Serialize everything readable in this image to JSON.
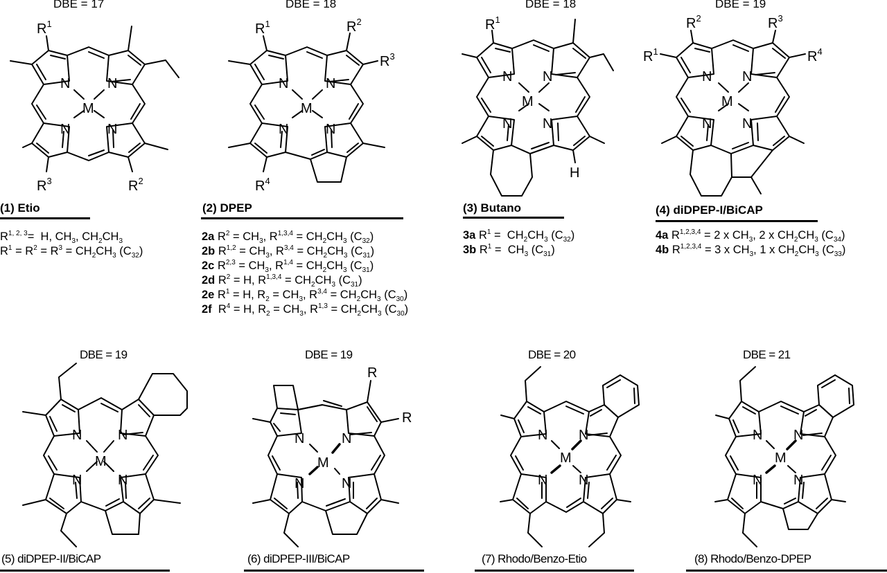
{
  "figure": {
    "description": "Porphyrin structure classes with double bond equivalents (DBE)",
    "panels": [
      {
        "id": "1",
        "dbe_label": "DBE = 17",
        "title": "(1) Etio",
        "substituent_labels": [
          "R1",
          "R2",
          "R3"
        ],
        "center_atom": "M",
        "descriptions": [
          {
            "prefix": "",
            "text": "R1,2,3= H, CH3, CH2CH3"
          },
          {
            "prefix": "",
            "text": "R1 = R2 = R3 = CH2CH3 (C32)"
          }
        ]
      },
      {
        "id": "2",
        "dbe_label": "DBE = 18",
        "title": "(2) DPEP",
        "substituent_labels": [
          "R1",
          "R2",
          "R3",
          "R4"
        ],
        "center_atom": "M",
        "descriptions": [
          {
            "prefix": "2a",
            "text": "R2 = CH3, R1,3,4 = CH2CH3 (C32)"
          },
          {
            "prefix": "2b",
            "text": "R1,2 = CH3, R3,4 = CH2CH3 (C31)"
          },
          {
            "prefix": "2c",
            "text": "R2,3 = CH3, R1,4 = CH2CH3 (C31)"
          },
          {
            "prefix": "2d",
            "text": "R2 = H, R1,3,4 = CH2CH3 (C31)"
          },
          {
            "prefix": "2e",
            "text": "R1 = H, R2 = CH3, R3,4 = CH2CH3 (C30)"
          },
          {
            "prefix": "2f",
            "text": "R4 = H, R2 = CH3, R1,3 = CH2CH3 (C30)"
          }
        ]
      },
      {
        "id": "3",
        "dbe_label": "DBE = 18",
        "title": "(3) Butano",
        "substituent_labels": [
          "R1",
          "H"
        ],
        "center_atom": "M",
        "descriptions": [
          {
            "prefix": "3a",
            "text": "R1 = CH2CH3 (C32)"
          },
          {
            "prefix": "3b",
            "text": "R1 = CH3 (C31)"
          }
        ]
      },
      {
        "id": "4",
        "dbe_label": "DBE = 19",
        "title": "(4) diDPEP-I/BiCAP",
        "substituent_labels": [
          "R1",
          "R2",
          "R3",
          "R4"
        ],
        "center_atom": "M",
        "descriptions": [
          {
            "prefix": "4a",
            "text": "R1,2,3,4 = 2 x CH3, 2 x CH2CH3 (C34)"
          },
          {
            "prefix": "4b",
            "text": "R1,2,3,4 = 3 x CH3, 1 x CH2CH3 (C33)"
          }
        ]
      },
      {
        "id": "5",
        "dbe_label": "DBE = 19",
        "title": "(5) diDPEP-II/BiCAP",
        "center_atom": "M"
      },
      {
        "id": "6",
        "dbe_label": "DBE = 19",
        "title": "(6) diDPEP-III/BiCAP",
        "substituent_labels": [
          "R",
          "R"
        ],
        "center_atom": "M"
      },
      {
        "id": "7",
        "dbe_label": "DBE = 20",
        "title": "(7) Rhodo/Benzo-Etio",
        "center_atom": "M"
      },
      {
        "id": "8",
        "dbe_label": "DBE = 21",
        "title": "(8) Rhodo/Benzo-DPEP",
        "center_atom": "M"
      }
    ],
    "atom_labels": {
      "N": "N",
      "M": "M",
      "H": "H",
      "R": "R"
    },
    "colors": {
      "ink": "#000000",
      "background": "#ffffff"
    }
  }
}
